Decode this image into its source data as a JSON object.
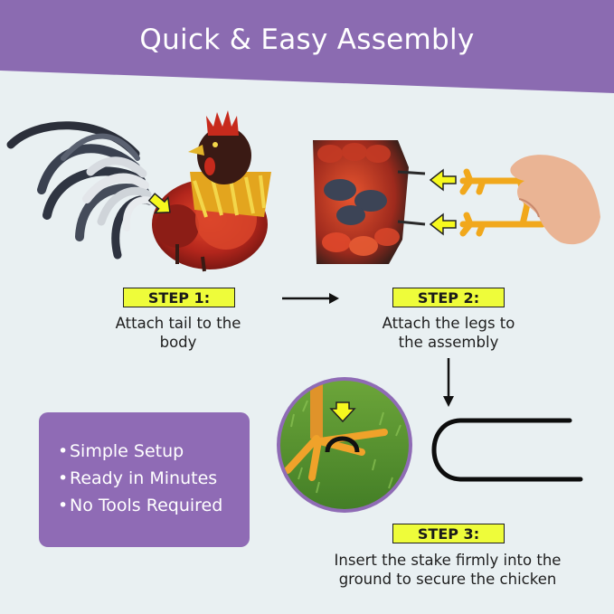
{
  "banner": {
    "title": "Quick & Easy Assembly",
    "color": "#8b6bb1"
  },
  "steps": [
    {
      "label": "STEP 1:",
      "description_lines": [
        "Attach tail to the",
        "body"
      ]
    },
    {
      "label": "STEP 2:",
      "description_lines": [
        "Attach the legs to",
        "the assembly"
      ]
    },
    {
      "label": "STEP 3:",
      "description_lines": [
        "Insert the stake firmly into the",
        "ground to secure the chicken"
      ]
    }
  ],
  "features": {
    "items": [
      "Simple Setup",
      "Ready in Minutes",
      "No Tools Required"
    ],
    "color": "#8f6bb5"
  },
  "colors": {
    "badge": "#eefc3a",
    "arrow_yellow": "#f6f91e",
    "background": "#e9f0f2"
  }
}
